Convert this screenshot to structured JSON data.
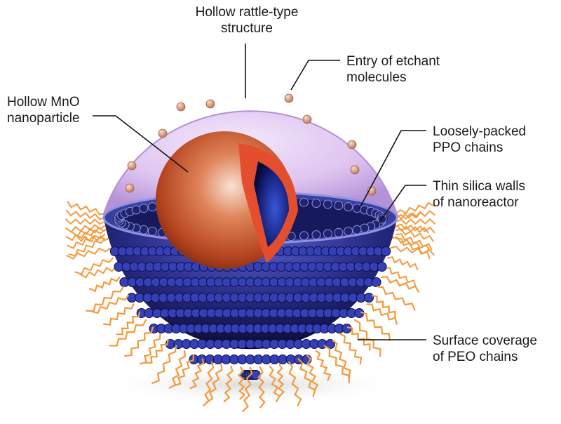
{
  "labels": {
    "rattle": [
      "Hollow rattle-type",
      "structure"
    ],
    "etchant": [
      "Entry of etchant",
      "molecules"
    ],
    "mno": [
      "Hollow MnO",
      "nanoparticle"
    ],
    "ppo": [
      "Loosely-packed",
      "PPO chains"
    ],
    "silica": [
      "Thin silica walls",
      "of nanoreactor"
    ],
    "peo": [
      "Surface coverage",
      "of PEO chains"
    ]
  },
  "colors": {
    "shell": "#c9a6e6",
    "bowl": "#2a2a8a",
    "sphere": "#d9623a",
    "cavity": "#1e2f8f",
    "chains": "#f39a3c",
    "leader": "#111111"
  }
}
